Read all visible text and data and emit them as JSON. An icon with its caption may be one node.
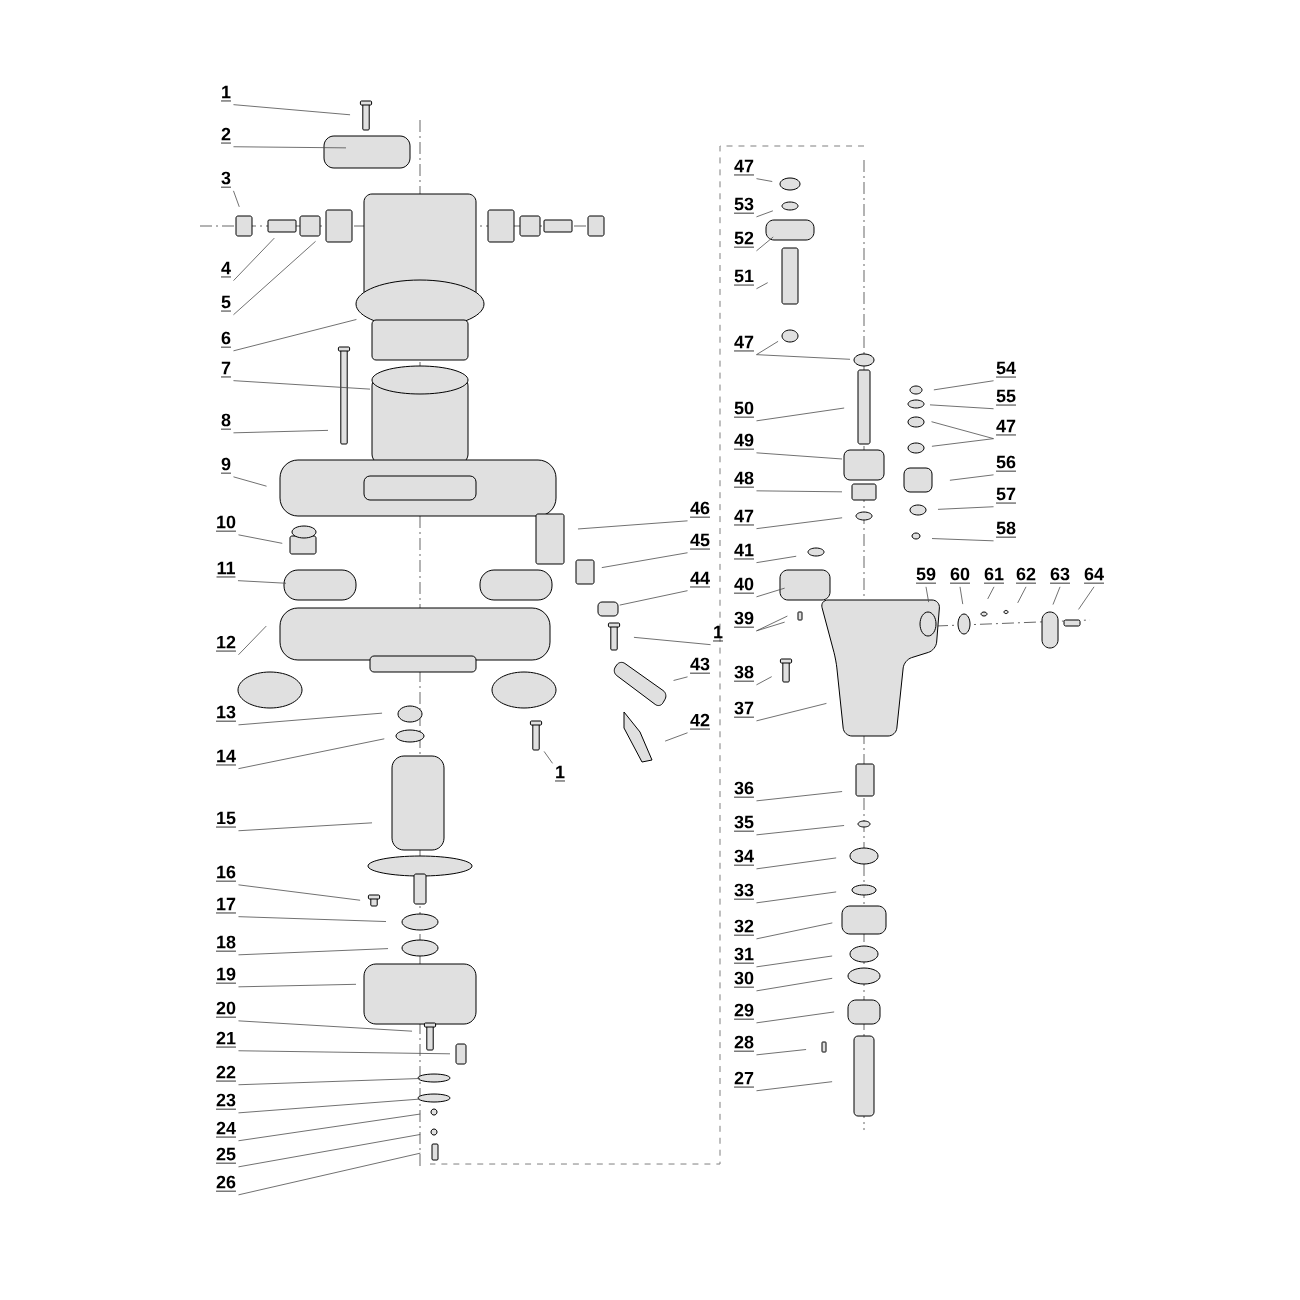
{
  "diagram": {
    "nodes": [
      {
        "text": [
          "1"
        ]
      },
      {
        "text": [
          "2"
        ]
      },
      {
        "text": [
          "3"
        ]
      },
      {
        "text": [
          "4"
        ]
      },
      {
        "text": [
          "5"
        ]
      },
      {
        "text": [
          "6"
        ]
      },
      {
        "text": [
          "7"
        ]
      },
      {
        "text": [
          "8"
        ]
      },
      {
        "text": [
          "9"
        ]
      },
      {
        "text": [
          "10"
        ]
      },
      {
        "text": [
          "11"
        ]
      },
      {
        "text": [
          "12"
        ]
      },
      {
        "text": [
          "13"
        ]
      },
      {
        "text": [
          "14"
        ]
      },
      {
        "text": [
          "15"
        ]
      },
      {
        "text": [
          "16"
        ]
      },
      {
        "text": [
          "17"
        ]
      },
      {
        "text": [
          "18"
        ]
      },
      {
        "text": [
          "19"
        ]
      },
      {
        "text": [
          "20"
        ]
      },
      {
        "text": [
          "21"
        ]
      },
      {
        "text": [
          "22"
        ]
      },
      {
        "text": [
          "23"
        ]
      },
      {
        "text": [
          "24"
        ]
      },
      {
        "text": [
          "25"
        ]
      },
      {
        "text": [
          "26"
        ]
      },
      {
        "text": [
          "46"
        ]
      },
      {
        "text": [
          "45"
        ]
      },
      {
        "text": [
          "44"
        ]
      },
      {
        "text": [
          "1"
        ]
      },
      {
        "text": [
          "43"
        ]
      },
      {
        "text": [
          "42"
        ]
      },
      {
        "text": [
          "1"
        ]
      },
      {
        "text": [
          "47"
        ]
      },
      {
        "text": [
          "53"
        ]
      },
      {
        "text": [
          "52"
        ]
      },
      {
        "text": [
          "51"
        ]
      },
      {
        "text": [
          "47"
        ]
      },
      {
        "text": [
          "50"
        ]
      },
      {
        "text": [
          "49"
        ]
      },
      {
        "text": [
          "48"
        ]
      },
      {
        "text": [
          "47"
        ]
      },
      {
        "text": [
          "41"
        ]
      },
      {
        "text": [
          "40"
        ]
      },
      {
        "text": [
          "39"
        ]
      },
      {
        "text": [
          "38"
        ]
      },
      {
        "text": [
          "37"
        ]
      },
      {
        "text": [
          "36"
        ]
      },
      {
        "text": [
          "35"
        ]
      },
      {
        "text": [
          "34"
        ]
      },
      {
        "text": [
          "33"
        ]
      },
      {
        "text": [
          "32"
        ]
      },
      {
        "text": [
          "31"
        ]
      },
      {
        "text": [
          "30"
        ]
      },
      {
        "text": [
          "29"
        ]
      },
      {
        "text": [
          "28"
        ]
      },
      {
        "text": [
          "27"
        ]
      },
      {
        "text": [
          "54"
        ]
      },
      {
        "text": [
          "55"
        ]
      },
      {
        "text": [
          "47"
        ]
      },
      {
        "text": [
          "56"
        ]
      },
      {
        "text": [
          "57"
        ]
      },
      {
        "text": [
          "58"
        ]
      },
      {
        "text": [
          "59"
        ]
      },
      {
        "text": [
          "60"
        ]
      },
      {
        "text": [
          "61"
        ]
      },
      {
        "text": [
          "62"
        ]
      },
      {
        "text": [
          "63"
        ]
      },
      {
        "text": [
          "64"
        ]
      }
    ],
    "edges": [
      {
        "from": 0,
        "to": null,
        "arrow": "none"
      },
      {
        "from": 1,
        "to": null,
        "arrow": "none"
      },
      {
        "from": 2,
        "to": null,
        "arrow": "none"
      },
      {
        "from": 3,
        "to": null,
        "arrow": "none"
      },
      {
        "from": 4,
        "to": null,
        "arrow": "none"
      },
      {
        "from": 5,
        "to": null,
        "arrow": "none"
      },
      {
        "from": 6,
        "to": null,
        "arrow": "none"
      },
      {
        "from": 7,
        "to": null,
        "arrow": "none"
      },
      {
        "from": 8,
        "to": null,
        "arrow": "none"
      },
      {
        "from": 9,
        "to": null,
        "arrow": "none"
      },
      {
        "from": 10,
        "to": null,
        "arrow": "none"
      },
      {
        "from": 11,
        "to": null,
        "arrow": "none"
      },
      {
        "from": 12,
        "to": null,
        "arrow": "none"
      },
      {
        "from": 13,
        "to": null,
        "arrow": "none"
      },
      {
        "from": 14,
        "to": null,
        "arrow": "none"
      },
      {
        "from": 15,
        "to": null,
        "arrow": "none"
      },
      {
        "from": 16,
        "to": null,
        "arrow": "none"
      },
      {
        "from": 17,
        "to": null,
        "arrow": "none"
      },
      {
        "from": 18,
        "to": null,
        "arrow": "none"
      },
      {
        "from": 19,
        "to": null,
        "arrow": "none"
      },
      {
        "from": 20,
        "to": null,
        "arrow": "none"
      },
      {
        "from": 21,
        "to": null,
        "arrow": "none"
      },
      {
        "from": 22,
        "to": null,
        "arrow": "none"
      },
      {
        "from": 23,
        "to": null,
        "arrow": "none"
      },
      {
        "from": 24,
        "to": null,
        "arrow": "none"
      },
      {
        "from": 25,
        "to": null,
        "arrow": "none"
      },
      {
        "from": 26,
        "to": null,
        "arrow": "none"
      },
      {
        "from": 27,
        "to": null,
        "arrow": "none"
      },
      {
        "from": 28,
        "to": null,
        "arrow": "none"
      },
      {
        "from": 29,
        "to": null,
        "arrow": "none"
      },
      {
        "from": 30,
        "to": null,
        "arrow": "none"
      },
      {
        "from": 31,
        "to": null,
        "arrow": "none"
      },
      {
        "from": 32,
        "to": null,
        "arrow": "none"
      },
      {
        "from": 33,
        "to": null,
        "arrow": "none"
      },
      {
        "from": 34,
        "to": null,
        "arrow": "none"
      },
      {
        "from": 35,
        "to": null,
        "arrow": "none"
      },
      {
        "from": 36,
        "to": null,
        "arrow": "none"
      },
      {
        "from": 37,
        "to": null,
        "arrow": "none"
      },
      {
        "from": 38,
        "to": null,
        "arrow": "none"
      },
      {
        "from": 39,
        "to": null,
        "arrow": "none"
      },
      {
        "from": 40,
        "to": null,
        "arrow": "none"
      },
      {
        "from": 41,
        "to": null,
        "arrow": "none"
      },
      {
        "from": 42,
        "to": null,
        "arrow": "none"
      },
      {
        "from": 43,
        "to": null,
        "arrow": "none"
      },
      {
        "from": 44,
        "to": null,
        "arrow": "none"
      },
      {
        "from": 45,
        "to": null,
        "arrow": "none"
      },
      {
        "from": 46,
        "to": null,
        "arrow": "none"
      },
      {
        "from": 47,
        "to": null,
        "arrow": "none"
      },
      {
        "from": 48,
        "to": null,
        "arrow": "none"
      },
      {
        "from": 49,
        "to": null,
        "arrow": "none"
      },
      {
        "from": 50,
        "to": null,
        "arrow": "none"
      },
      {
        "from": 51,
        "to": null,
        "arrow": "none"
      },
      {
        "from": 52,
        "to": null,
        "arrow": "none"
      },
      {
        "from": 53,
        "to": null,
        "arrow": "none"
      },
      {
        "from": 54,
        "to": null,
        "arrow": "none"
      },
      {
        "from": 55,
        "to": null,
        "arrow": "none"
      },
      {
        "from": 56,
        "to": null,
        "arrow": "none"
      },
      {
        "from": 57,
        "to": null,
        "arrow": "none"
      },
      {
        "from": 58,
        "to": null,
        "arrow": "none"
      },
      {
        "from": 59,
        "to": null,
        "arrow": "none"
      },
      {
        "from": 60,
        "to": null,
        "arrow": "none"
      },
      {
        "from": 61,
        "to": null,
        "arrow": "none"
      },
      {
        "from": 62,
        "to": null,
        "arrow": "none"
      },
      {
        "from": 63,
        "to": null,
        "arrow": "none"
      },
      {
        "from": 64,
        "to": null,
        "arrow": "none"
      },
      {
        "from": 65,
        "to": null,
        "arrow": "none"
      },
      {
        "from": 66,
        "to": null,
        "arrow": "none"
      },
      {
        "from": 67,
        "to": null,
        "arrow": "none"
      },
      {
        "from": 68,
        "to": null,
        "arrow": "none"
      },
      {
        "from": 37,
        "to": null,
        "arrow": "none"
      },
      {
        "from": 59,
        "to": null,
        "arrow": "none"
      },
      {
        "from": 44,
        "to": null,
        "arrow": "none"
      }
    ]
  }
}
